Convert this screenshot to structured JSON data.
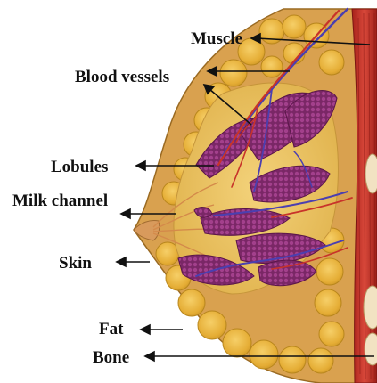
{
  "labels": {
    "muscle": "Muscle",
    "blood_vessels": "Blood vessels",
    "lobules": "Lobules",
    "milk_channel": "Milk channel",
    "skin": "Skin",
    "fat": "Fat",
    "bone": "Bone"
  },
  "colors": {
    "fat": "#e9b73a",
    "fat_edge": "#b8861c",
    "skin": "#d9a55c",
    "muscle": "#c9372c",
    "muscle_dark": "#8e1b16",
    "lobules": "#8a2a72",
    "vein": "#4b3fb0",
    "artery": "#c8332a",
    "arrow": "#111111"
  }
}
